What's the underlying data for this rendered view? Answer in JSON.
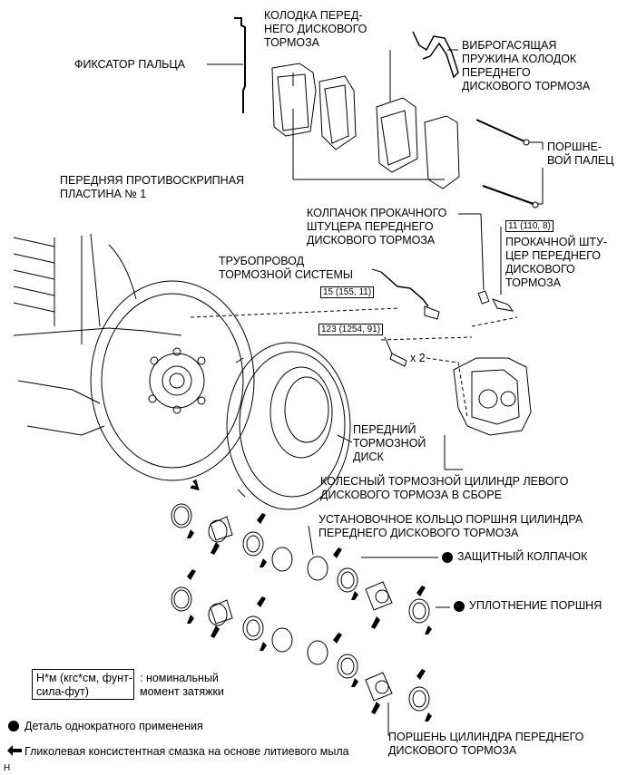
{
  "labels": {
    "pin_retainer": "ФИКСАТОР ПАЛЬЦА",
    "front_pad": "КОЛОДКА ПЕРЕД-\nНЕГО ДИСКОВОГО\nТОРМОЗА",
    "anti_rattle_spring": "ВИБРОГАСЯЩАЯ\nПРУЖИНА КОЛОДОК\nПЕРЕДНЕГО\nДИСКОВОГО ТОРМОЗА",
    "piston_pin": "ПОРШНЕ-\nВОЙ ПАЛЕЦ",
    "anti_squeal_shim": "ПЕРЕДНЯЯ ПРОТИВОСКРИПНАЯ\nПЛАСТИНА № 1",
    "bleeder_cap": "КОЛПАЧОК ПРОКАЧНОГО\nШТУЦЕРА ПЕРЕДНЕГО\nДИСКОВОГО ТОРМОЗА",
    "bleeder_plug": "ПРОКАЧНОЙ ШТУ-\nЦЕР ПЕРЕДНЕГО\nДИСКОВОГО\nТОРМОЗА",
    "brake_line": "ТРУБОПРОВОД\nТОРМОЗНОЙ СИСТЕМЫ",
    "disc": "ПЕРЕДНИЙ\nТОРМОЗНОЙ\nДИСК",
    "cylinder_assy": "КОЛЕСНЫЙ ТОРМОЗНОЙ ЦИЛИНДР ЛЕВОГО\nДИСКОВОГО ТОРМОЗА В СБОРЕ",
    "set_ring": "УСТАНОВОЧНОЕ КОЛЬЦО ПОРШНЯ ЦИЛИНДРА\nПЕРЕДНЕГО ДИСКОВОГО ТОРМОЗА",
    "boot": "ЗАЩИТНЫЙ КОЛПАЧОК",
    "piston_seal": "УПЛОТНЕНИЕ ПОРШНЯ",
    "piston": "ПОРШЕНЬ ЦИЛИНДРА ПЕРЕДНЕГО\nДИСКОВОГО ТОРМОЗА",
    "bolt_qty": "x 2"
  },
  "torques": {
    "bleeder": "11 (110, 8)",
    "brake_line": "15 (155, 11)",
    "bolt": "123 (1254, 91)"
  },
  "legend": {
    "torque_units": "Н*м (кгс*см, фунт-\nсила-фут)",
    "torque_desc": ": номинальный\nмомент затяжки",
    "non_reusable": "Деталь однократного применения",
    "grease": "Гликолевая консистентная смазка на основе литиевого мыла",
    "corner_mark": "H"
  },
  "colors": {
    "line": "#000000",
    "background": "#ffffff"
  }
}
